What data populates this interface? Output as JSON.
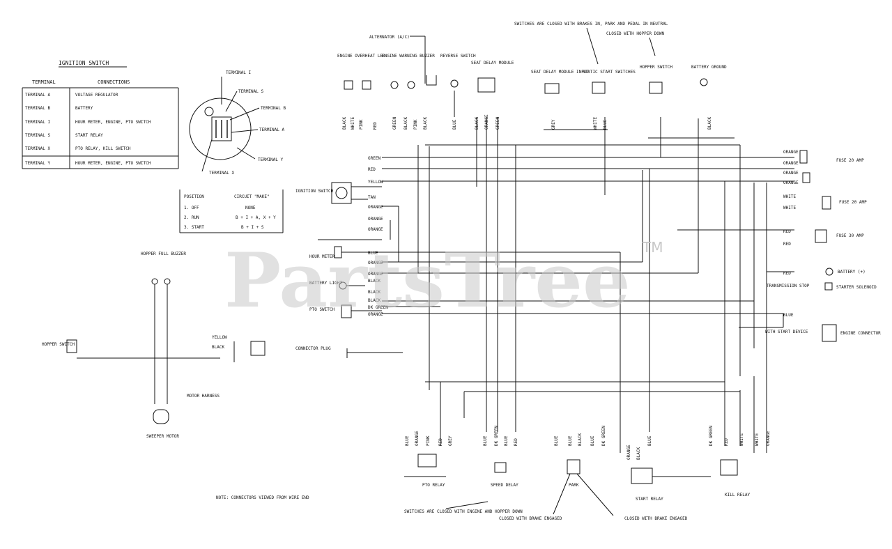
{
  "watermark": {
    "text": "PartsTree",
    "trademark": "TM"
  },
  "ignition_table": {
    "title": "IGNITION SWITCH",
    "headers": [
      "TERMINAL",
      "CONNECTIONS"
    ],
    "rows": [
      [
        "TERMINAL A",
        "VOLTAGE REGULATOR"
      ],
      [
        "TERMINAL B",
        "BATTERY"
      ],
      [
        "TERMINAL I",
        "HOUR METER, ENGINE, PTO SWITCH"
      ],
      [
        "TERMINAL S",
        "START RELAY"
      ],
      [
        "TERMINAL X",
        "PTO RELAY, KILL SWITCH"
      ],
      [
        "TERMINAL Y",
        "HOUR METER, ENGINE, PTO SWITCH"
      ]
    ]
  },
  "switch_face": {
    "labels": [
      "TERMINAL I",
      "TERMINAL S",
      "TERMINAL B",
      "TERMINAL A",
      "TERMINAL Y",
      "TERMINAL X"
    ]
  },
  "position_table": {
    "headers": [
      "POSITION",
      "CIRCUIT \"MAKE\""
    ],
    "rows": [
      [
        "1. OFF",
        "NONE"
      ],
      [
        "2. RUN",
        "B + I + A, X + Y"
      ],
      [
        "3. START",
        "B + I + S"
      ]
    ]
  },
  "top_components": [
    "ALTERNATOR (A/C)",
    "ENGINE OVERHEAT LED",
    "ENGINE WARNING BUZZER",
    "REVERSE SWITCH",
    "SEAT DELAY MODULE",
    "SEAT DELAY MODULE INPUT",
    "STATIC START SWITCHES",
    "SWITCHES ARE CLOSED WITH BRAKES IN, PARK AND PEDAL IN NEUTRAL",
    "CLOSED WITH HOPPER DOWN",
    "HOPPER SWITCH",
    "BATTERY GROUND"
  ],
  "top_wire_labels": [
    "BLACK",
    "WHITE",
    "PINK",
    "RED",
    "GREEN",
    "BLACK",
    "PINK",
    "BLACK",
    "BLUE",
    "BLACK",
    "ORANGE",
    "GREEN",
    "GREY",
    "WHITE",
    "BLUE",
    "BLACK"
  ],
  "left_components": {
    "ignition_switch": "IGNITION SWITCH",
    "hour_meter": "HOUR METER",
    "battery_light": "BATTERY LIGHT",
    "pto_switch": "PTO SWITCH",
    "hopper_full_buzzer": "HOPPER FULL BUZZER",
    "hopper_switch": "HOPPER SWITCH",
    "connector": "CONNECTOR PLUG",
    "sweeper_motor": "SWEEPER MOTOR",
    "motor_harness": "MOTOR HARNESS",
    "note": "NOTE: CONNECTORS VIEWED FROM WIRE END"
  },
  "left_wire_labels": [
    "GREEN",
    "RED",
    "YELLOW",
    "TAN",
    "ORANGE",
    "ORANGE",
    "ORANGE",
    "BLUE",
    "ORANGE",
    "ORANGE",
    "BLACK",
    "BLACK",
    "BLACK",
    "DK GREEN",
    "ORANGE",
    "YELLOW",
    "BLACK"
  ],
  "right_components": [
    "FUSE 20 AMP",
    "FUSE 20 AMP",
    "FUSE 30 AMP",
    "BATTERY (+)",
    "STARTER SOLENOID",
    "ENGINE CONNECTOR",
    "WITH START DEVICE"
  ],
  "right_wire_labels": [
    "ORANGE",
    "ORANGE",
    "ORANGE",
    "ORANGE",
    "WHITE",
    "WHITE",
    "RED",
    "RED",
    "RED",
    "TRANSMISSION STOP",
    "BLUE"
  ],
  "bottom_components": [
    "PTO RELAY",
    "SPEED DELAY",
    "PARK",
    "START RELAY",
    "KILL RELAY",
    "SWITCHES ARE CLOSED WITH ENGINE AND HOPPER DOWN",
    "CLOSED WITH BRAKE ENGAGED",
    "CLOSED WITH BRAKE ENGAGED"
  ],
  "bottom_wire_labels": [
    "BLUE",
    "ORANGE",
    "PINK",
    "RED",
    "GREY",
    "BLUE",
    "DK GREEN",
    "BLUE",
    "RED",
    "BLUE",
    "BLUE",
    "BLACK",
    "BLUE",
    "DK GREEN",
    "ORANGE",
    "BLACK",
    "BLUE",
    "DK GREEN",
    "RED",
    "WHITE",
    "WHITE",
    "ORANGE"
  ]
}
